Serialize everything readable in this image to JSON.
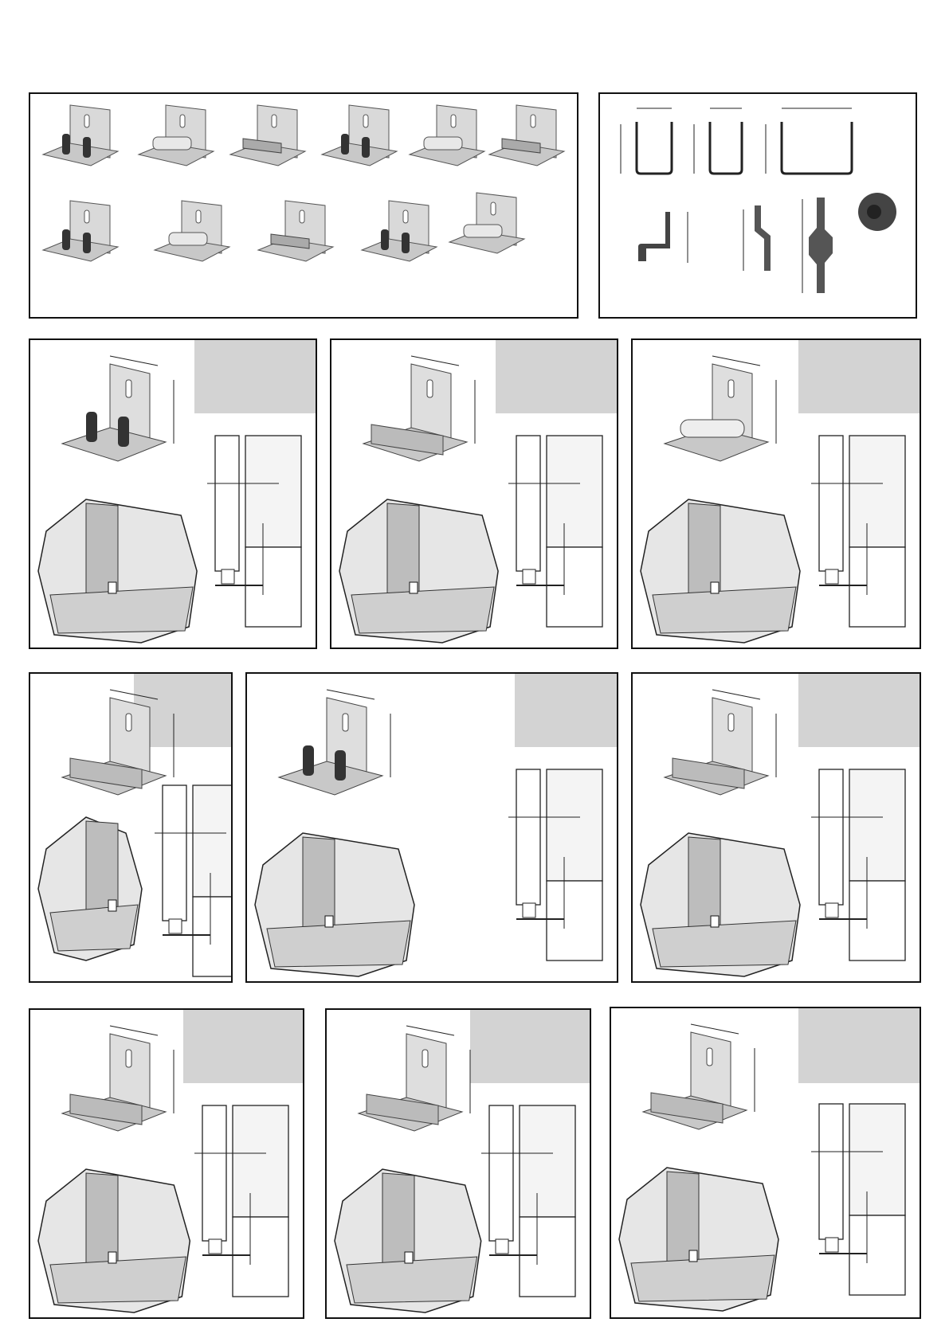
{
  "page": {
    "background": "#ffffff"
  },
  "colors": {
    "frame": "#111111",
    "label_box": "#d3d3d3",
    "metal": "#c8c8c8",
    "dark_metal": "#555555",
    "door_wood": "#bdbdbd",
    "floor": "#cfcfcf",
    "wall": "#e6e6e6"
  },
  "product_overview": {
    "hardware_items": [
      "guide-roller-twin",
      "guide-nylon-roller-pair",
      "guide-nylon-slot",
      "guide-steel-channel",
      "guide-single-roller",
      "guide-flat-plate-center",
      "guide-quad-roller",
      "guide-double-channel",
      "guide-double-nylon-slot",
      "guide-flat-plate-square",
      "guide-offset-bracket"
    ],
    "profiles": [
      "u-channel-narrow",
      "u-channel-medium",
      "u-channel-wide",
      "track-profile-hook",
      "track-profile-step",
      "track-profile-double-step",
      "rubber-stop-bumper"
    ]
  },
  "panels": [
    {
      "id": "p1",
      "device": "twin-roller-guide"
    },
    {
      "id": "p2",
      "device": "channel-guide"
    },
    {
      "id": "p3",
      "device": "nylon-slot-guide"
    },
    {
      "id": "p4",
      "device": "single-roller-guide"
    },
    {
      "id": "p5",
      "device": "double-door-guides"
    },
    {
      "id": "p6",
      "device": "double-channel-guide"
    },
    {
      "id": "p7",
      "device": "flat-plate-guide"
    },
    {
      "id": "p8",
      "device": "square-plate-guide"
    },
    {
      "id": "p9",
      "device": "offset-bracket-guide"
    }
  ]
}
